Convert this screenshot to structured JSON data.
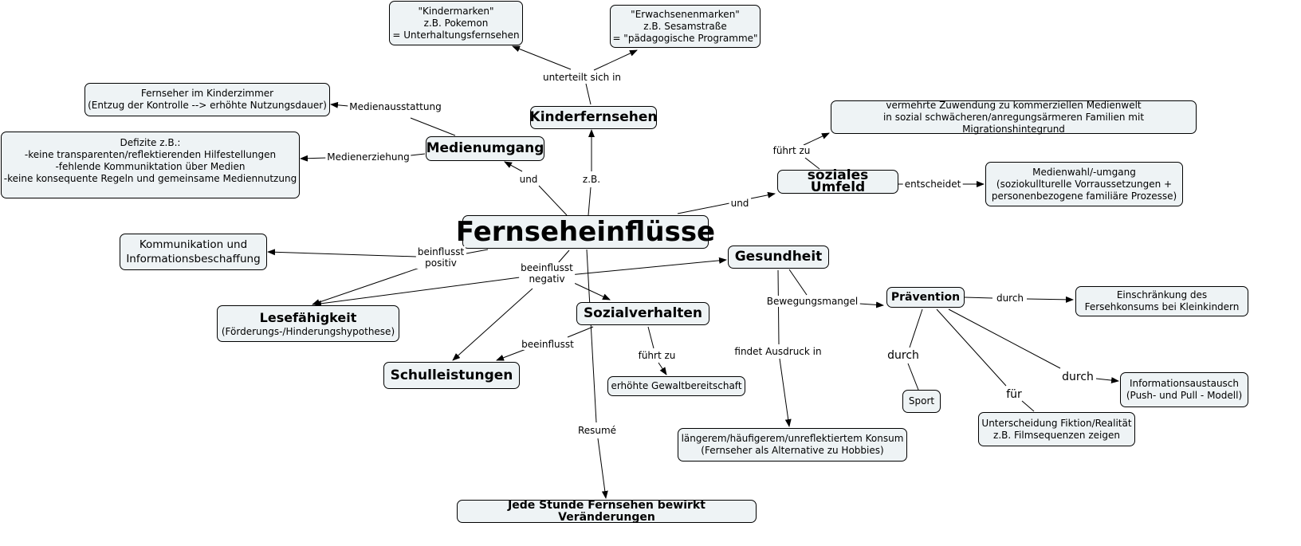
{
  "title": "Fernseheinflüsse",
  "nodes": {
    "kindermarken": "\"Kindermarken\"\nz.B. Pokemon\n= Unterhaltungsfernsehen",
    "erwachsenenmarken": "\"Erwachsenenmarken\"\nz.B. Sesamstraße\n= \"pädagogische Programme\"",
    "kinderfernsehen": "Kinderfernsehen",
    "fernseher_kinderzimmer": "Fernseher im Kinderzimmer\n(Entzug der Kontrolle --> erhöhte Nutzungsdauer)",
    "defizite": "Defizite z.B.:\n-keine transparenten/reflektierenden Hilfestellungen\n-fehlende Kommuniktation über Medien\n-keine konsequente Regeln und gemeinsame Mediennutzung",
    "medienumgang": "Medienumgang",
    "vermehrte_zuwendung": "vermehrte Zuwendung zu kommerziellen Medienwelt\nin sozial schwächeren/anregungsärmeren Familien mit Migrationshintegrund",
    "soziales_umfeld": "soziales Umfeld",
    "medienwahl": "Medienwahl/-umgang\n(soziokullturelle Vorraussetzungen +\npersonenbezogene familiäre Prozesse)",
    "kommunikation": "Kommunikation und\nInformationsbeschaffung",
    "gesundheit": "Gesundheit",
    "lesefaehigkeit_title": "Lesefähigkeit",
    "lesefaehigkeit_sub": "(Förderungs-/Hinderungshypothese)",
    "sozialverhalten": "Sozialverhalten",
    "schulleistungen": "Schulleistungen",
    "gewaltbereitschaft": "erhöhte Gewaltbereitschaft",
    "praevention": "Prävention",
    "einschraenkung": "Einschränkung des\nFersehkonsums bei Kleinkindern",
    "informationsaustausch": "Informationsaustausch\n(Push- und Pull - Modell)",
    "sport": "Sport",
    "unterscheidung": "Unterscheidung Fiktion/Realität\nz.B. Filmsequenzen zeigen",
    "laengerem_konsum": "längerem/häufigerem/unreflektiertem Konsum\n(Fernseher als Alternative zu Hobbies)",
    "jede_stunde": "Jede Stunde Fernsehen bewirkt Veränderungen"
  },
  "links": {
    "unterteilt": "unterteilt sich in",
    "medienausstattung": "Medienausstattung",
    "medienerziehung": "Medienerziehung",
    "und1": "und",
    "zb": "z.B.",
    "und2": "und",
    "fuehrt_zu1": "führt zu",
    "entscheidet": "entscheidet",
    "beinflusst_positiv": "beinflusst\npositiv",
    "beeinflusst_negativ": "beeinflusst\nnegativ",
    "bewegungsmangel": "Bewegungsmangel",
    "durch1": "durch",
    "findet_ausdruck": "findet Ausdruck in",
    "beeinflusst": "beeinflusst",
    "fuehrt_zu2": "führt zu",
    "durch2": "durch",
    "fuer": "für",
    "durch3": "durch",
    "resume": "Resumé"
  }
}
